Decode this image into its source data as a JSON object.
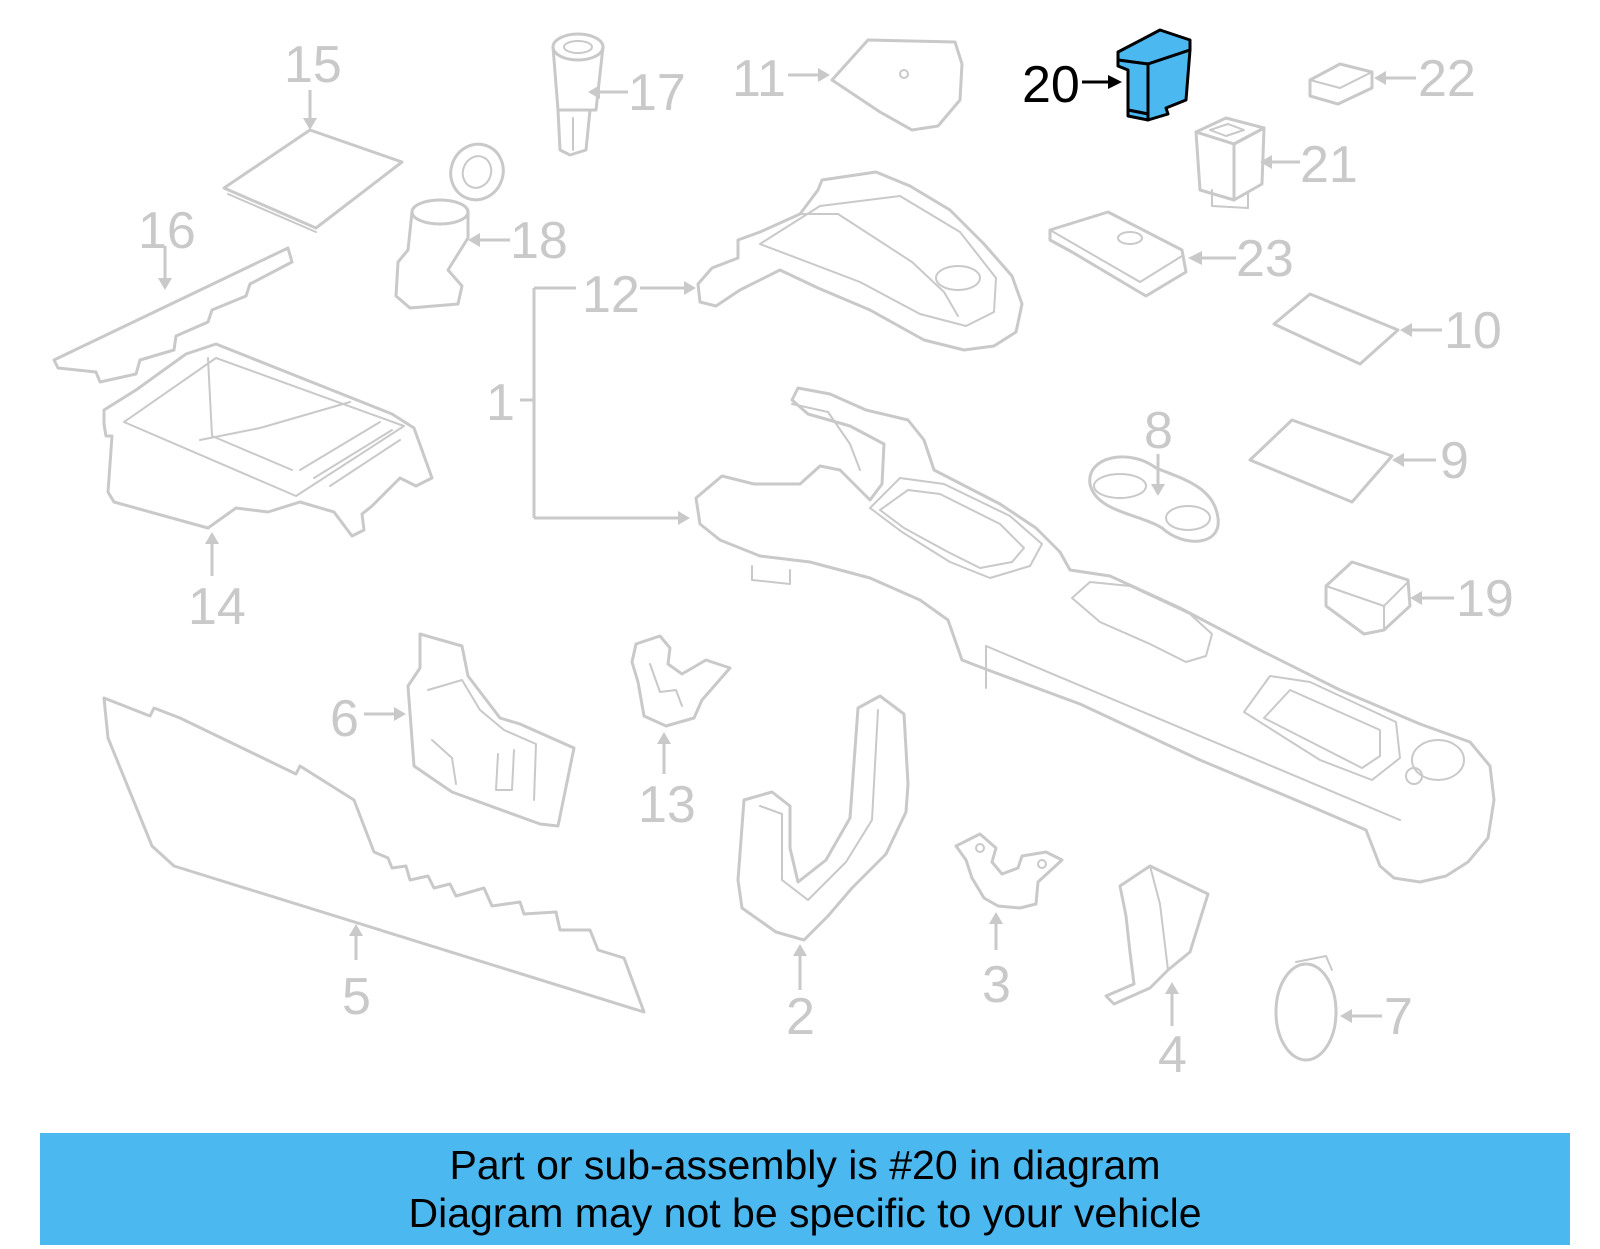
{
  "callouts": {
    "c1": "1",
    "c2": "2",
    "c3": "3",
    "c4": "4",
    "c5": "5",
    "c6": "6",
    "c7": "7",
    "c8": "8",
    "c9": "9",
    "c10": "10",
    "c11": "11",
    "c12": "12",
    "c13": "13",
    "c14": "14",
    "c15": "15",
    "c16": "16",
    "c17": "17",
    "c18": "18",
    "c19": "19",
    "c20": "20",
    "c21": "21",
    "c22": "22",
    "c23": "23"
  },
  "highlighted_part": "20",
  "colors": {
    "highlight": "#4cb8f0",
    "banner": "#4cb8f0",
    "line_art": "#c9c9c9",
    "text": "#000000"
  },
  "banner": {
    "line1": "Part or sub-assembly is #20 in diagram",
    "line2": "Diagram may not be specific to your vehicle"
  }
}
